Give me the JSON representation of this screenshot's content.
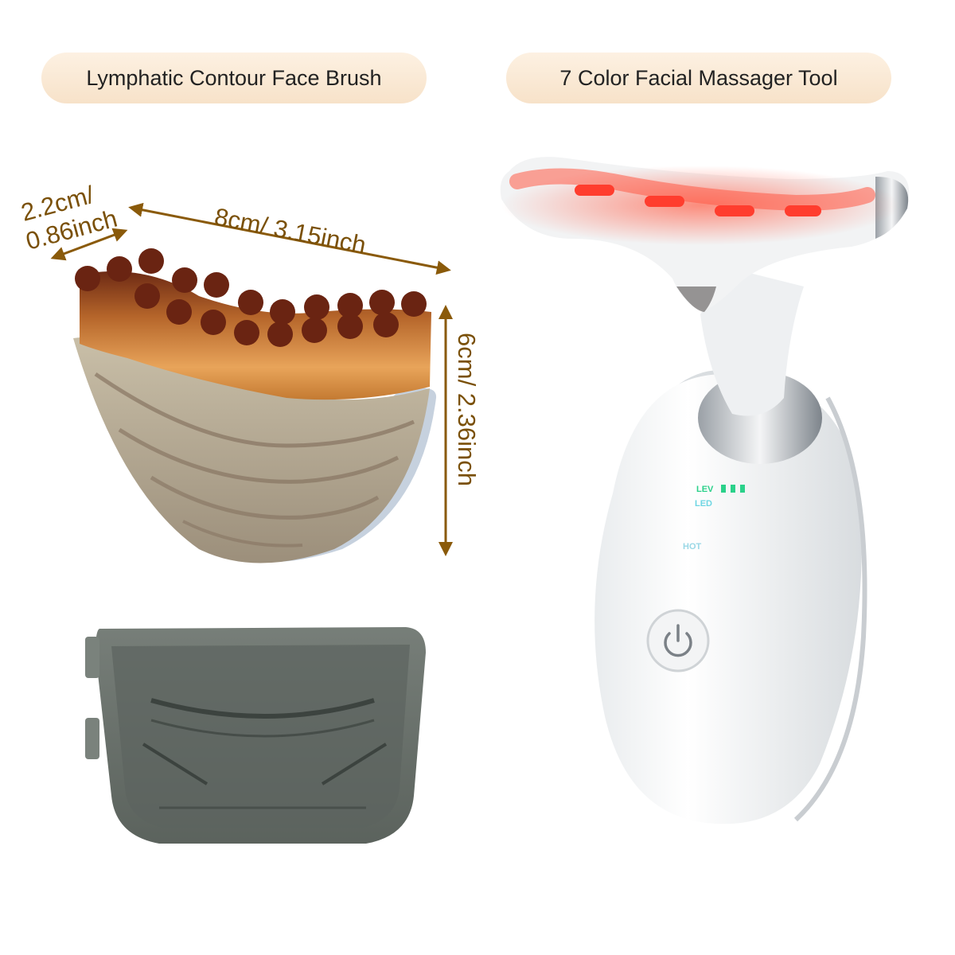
{
  "labels": {
    "left_title": "Lymphatic Contour Face Brush",
    "right_title": "7 Color Facial Massager Tool"
  },
  "dimensions": {
    "width": "2.2cm/ 0.86inch",
    "width_line1": "2.2cm/",
    "width_line2": "0.86inch",
    "length": "8cm/ 3.15inch",
    "height": "6cm/ 2.36inch"
  },
  "device_panel": {
    "level_label": "LEV",
    "led_label": "LED",
    "hot_label": "HOT"
  },
  "icons": [
    "power-icon"
  ],
  "colors": {
    "banner": "#f9e8d4",
    "dimension_line": "#8a5a0a",
    "led_red": "#ff4a3a",
    "indicator_green": "#2bd18a",
    "case_tint": "#55605a"
  }
}
